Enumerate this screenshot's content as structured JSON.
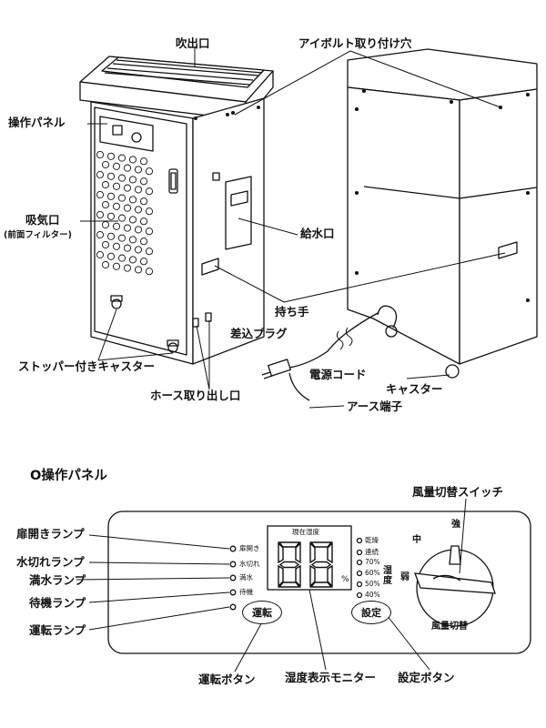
{
  "labels": {
    "outlet": "吹出口",
    "eyebolt": "アイボルト取り付け穴",
    "control_panel": "操作パネル",
    "intake": "吸気口",
    "intake_sub": "(前面フィルター)",
    "water_supply": "給水口",
    "handle": "持ち手",
    "plug": "差込プラグ",
    "power_cord": "電源コード",
    "stopper_caster": "ストッパー付きキャスター",
    "caster": "キャスター",
    "hose": "ホース取り出し口",
    "ground": "アース端子"
  },
  "panel": {
    "section_title": "O操作パネル",
    "lamp_labels": {
      "door": "扉開きランプ",
      "water_cut": "水切れランプ",
      "full_water": "満水ランプ",
      "standby": "待機ランプ",
      "running": "運転ランプ"
    },
    "indicators": {
      "door": "扉開き",
      "water_cut": "水切れ",
      "full_water": "満水",
      "standby": "待機"
    },
    "current_humidity": "現在湿度",
    "display_value": "88",
    "percent": "%",
    "humidity_options": [
      "乾燥",
      "連続",
      "70%",
      "60%",
      "50%",
      "40%"
    ],
    "humidity_caption": "湿度",
    "run_button": "運転",
    "set_button": "設定",
    "run_button_label": "運転ボタン",
    "monitor_label": "湿度表示モニター",
    "set_button_label": "設定ボタン",
    "fan_switch_label": "風量切替スイッチ",
    "fan_strong": "強",
    "fan_medium": "中",
    "fan_weak": "弱",
    "fan_caption": "風量切替"
  }
}
